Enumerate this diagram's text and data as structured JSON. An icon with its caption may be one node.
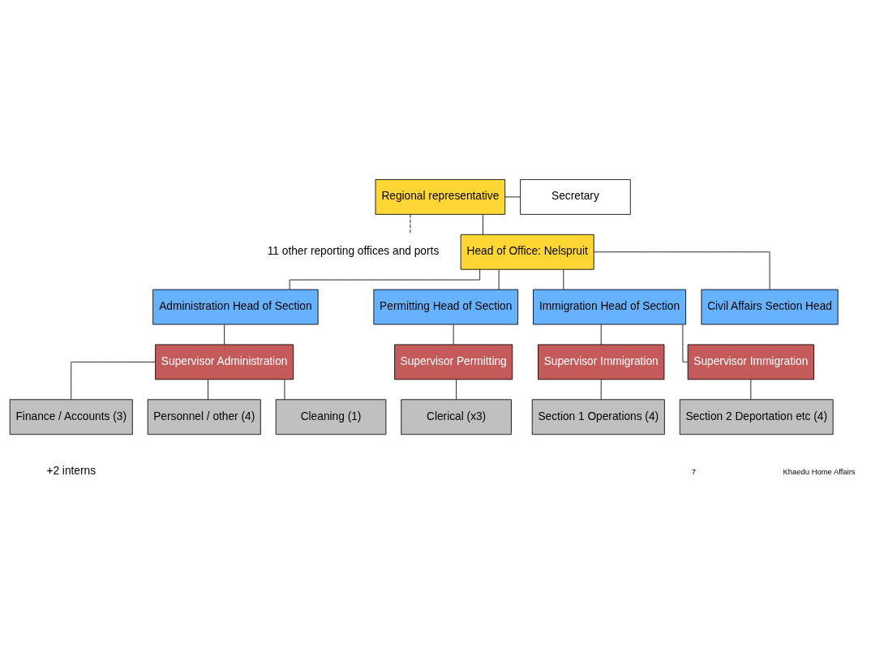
{
  "diagram": {
    "nodes": [
      {
        "text": [
          "Regional representative"
        ]
      },
      {
        "text": [
          "Secretary"
        ]
      },
      {
        "text": [
          "11 other reporting offices and ports"
        ]
      },
      {
        "text": [
          "Head of Office: Nelspruit"
        ]
      },
      {
        "text": [
          "Administration Head of Section"
        ]
      },
      {
        "text": [
          "Permitting Head of Section"
        ]
      },
      {
        "text": [
          "Immigration Head of Section"
        ]
      },
      {
        "text": [
          "Civil Affairs Section Head"
        ]
      },
      {
        "text": [
          "Supervisor Administration"
        ]
      },
      {
        "text": [
          "Supervisor Permitting"
        ]
      },
      {
        "text": [
          "Supervisor Immigration"
        ]
      },
      {
        "text": [
          "Supervisor Immigration"
        ]
      },
      {
        "text": [
          "Clerical (x3)"
        ]
      },
      {
        "text": [
          "Section 1 Operations (4)"
        ]
      },
      {
        "text": [
          "Section 2 Deportation etc (4)"
        ]
      },
      {
        "text": [
          "Finance / Accounts (3)"
        ]
      },
      {
        "text": [
          "Personnel / other (4)"
        ]
      },
      {
        "text": [
          "Cleaning (1)"
        ]
      }
    ],
    "edges": [
      {
        "from": 0,
        "to": 1,
        "arrow": "none"
      },
      {
        "from": 0,
        "to": 2,
        "arrow": "none",
        "style": "dashed"
      },
      {
        "from": 0,
        "to": 3,
        "arrow": "none"
      },
      {
        "from": 3,
        "to": 4,
        "arrow": "none"
      },
      {
        "from": 3,
        "to": 5,
        "arrow": "none"
      },
      {
        "from": 3,
        "to": 6,
        "arrow": "none"
      },
      {
        "from": 3,
        "to": 7,
        "arrow": "none"
      },
      {
        "from": 4,
        "to": 8,
        "arrow": "none"
      },
      {
        "from": 5,
        "to": 9,
        "arrow": "none"
      },
      {
        "from": 6,
        "to": 10,
        "arrow": "none"
      },
      {
        "from": 6,
        "to": 11,
        "arrow": "none"
      },
      {
        "from": 9,
        "to": 12,
        "arrow": "none"
      },
      {
        "from": 10,
        "to": 13,
        "arrow": "none"
      },
      {
        "from": 11,
        "to": 14,
        "arrow": "none"
      },
      {
        "from": 8,
        "to": 15,
        "arrow": "none"
      },
      {
        "from": 8,
        "to": 16,
        "arrow": "none"
      },
      {
        "from": 8,
        "to": 17,
        "arrow": "none"
      }
    ],
    "labels": [
      "+2 interns",
      "7",
      "Khaedu Home Affairs"
    ]
  }
}
